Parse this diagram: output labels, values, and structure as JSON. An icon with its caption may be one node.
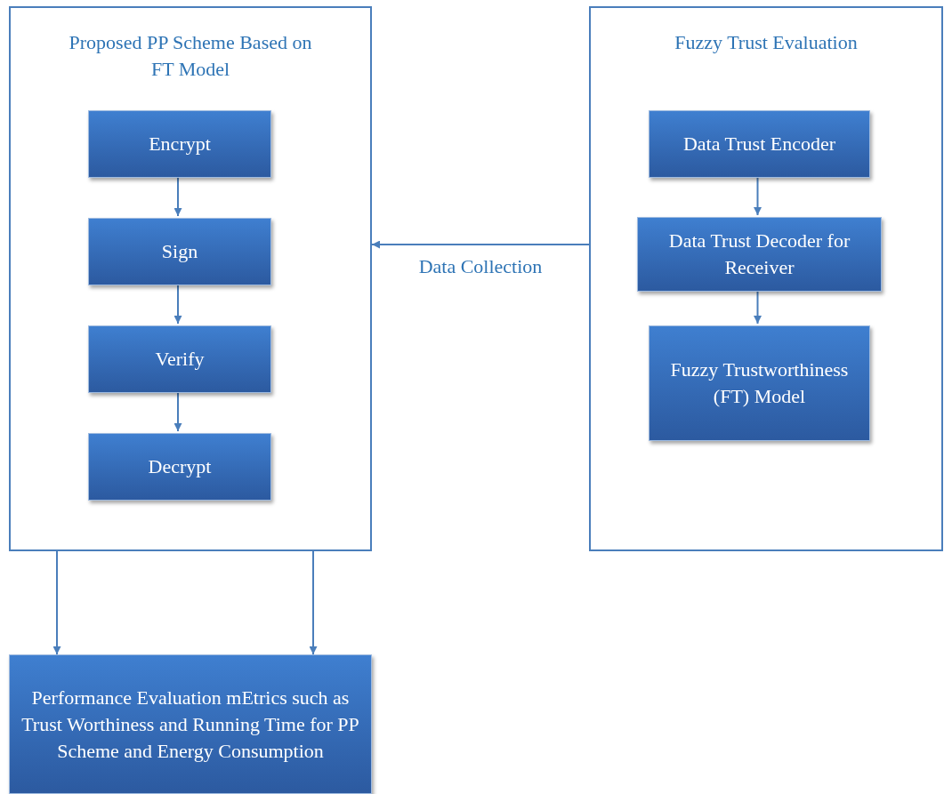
{
  "diagram": {
    "nodes": [
      {
        "text": [
          "Proposed PP Scheme Based on FT Model"
        ]
      },
      {
        "text": [
          "Encrypt"
        ],
        "in": 0
      },
      {
        "text": [
          "Sign"
        ],
        "in": 0
      },
      {
        "text": [
          "Verify"
        ],
        "in": 0
      },
      {
        "text": [
          "Decrypt"
        ],
        "in": 0
      },
      {
        "text": [
          "Fuzzy Trust Evaluation"
        ]
      },
      {
        "text": [
          "Data Trust Encoder"
        ],
        "in": 5
      },
      {
        "text": [
          "Data Trust Decoder for Receiver"
        ],
        "in": 5
      },
      {
        "text": [
          "Fuzzy Trustworthiness (FT) Model"
        ],
        "in": 5
      },
      {
        "text": [
          "Performance Evaluation mEtrics such as Trust Worthiness and Running Time for PP Scheme and Energy Consumption"
        ]
      }
    ],
    "edges": [
      {
        "from": 1,
        "to": 2,
        "arrow": "to"
      },
      {
        "from": 2,
        "to": 3,
        "arrow": "to"
      },
      {
        "from": 3,
        "to": 4,
        "arrow": "to"
      },
      {
        "from": 6,
        "to": 7,
        "arrow": "to"
      },
      {
        "from": 7,
        "to": 8,
        "arrow": "to"
      },
      {
        "from": 5,
        "to": 0,
        "arrow": "to",
        "label": "Data Collection"
      },
      {
        "from": 0,
        "to": 9,
        "arrow": "to"
      },
      {
        "from": 0,
        "to": 9,
        "arrow": "to"
      }
    ]
  }
}
